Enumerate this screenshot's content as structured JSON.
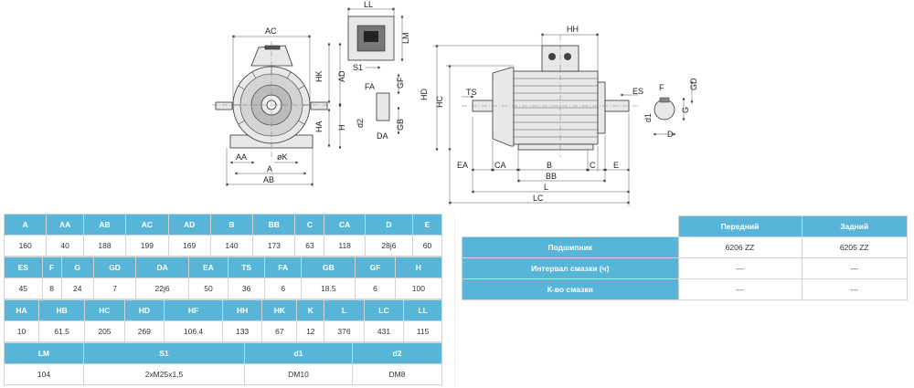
{
  "drawing": {
    "labels": {
      "AC": "AC",
      "LL": "LL",
      "LM": "LM",
      "HH": "HH",
      "HK": "HK",
      "AD": "AD",
      "S1": "S1",
      "HA": "HA",
      "H": "H",
      "AA": "AA",
      "oK": "øK",
      "A": "A",
      "AB": "AB",
      "FA": "FA",
      "GF": "GF",
      "d2": "d2",
      "GB": "GB",
      "DA": "DA",
      "HD": "HD",
      "HC": "HC",
      "TS": "TS",
      "ES": "ES",
      "F": "F",
      "GD": "GD",
      "d1": "d1",
      "G": "G",
      "D": "D",
      "EA": "EA",
      "CA": "CA",
      "B": "B",
      "C": "C",
      "E": "E",
      "BB": "BB",
      "L": "L",
      "LC": "LC"
    }
  },
  "specs": {
    "rows": [
      {
        "headers": [
          "A",
          "AA",
          "AB",
          "AC",
          "AD",
          "B",
          "BB",
          "C",
          "CA",
          "D",
          "E"
        ],
        "values": [
          "160",
          "40",
          "188",
          "199",
          "169",
          "140",
          "173",
          "63",
          "118",
          "28j6",
          "60"
        ]
      },
      {
        "headers": [
          "ES",
          "F",
          "G",
          "GD",
          "DA",
          "EA",
          "TS",
          "FA",
          "GB",
          "GF",
          "H"
        ],
        "values": [
          "45",
          "8",
          "24",
          "7",
          "22j6",
          "50",
          "36",
          "6",
          "18.5",
          "6",
          "100"
        ]
      },
      {
        "headers": [
          "HA",
          "HB",
          "HC",
          "HD",
          "HF",
          "HH",
          "HK",
          "K",
          "L",
          "LC",
          "LL"
        ],
        "values": [
          "10",
          "61.5",
          "205",
          "269",
          "106.4",
          "133",
          "67",
          "12",
          "376",
          "431",
          "115"
        ]
      },
      {
        "headers": [
          "LM",
          "S1",
          "d1",
          "d2"
        ],
        "values": [
          "104",
          "2xM25x1,5",
          "DM10",
          "DM8"
        ]
      }
    ]
  },
  "bearings": {
    "col1": "Передний",
    "col2": "Задний",
    "rows": [
      {
        "label": "Подшипник",
        "front": "6206 ZZ",
        "rear": "6205 ZZ"
      },
      {
        "label": "Интервал смазки (ч)",
        "front": "---",
        "rear": "---"
      },
      {
        "label": "К-во смазки",
        "front": "---",
        "rear": "---"
      }
    ]
  }
}
